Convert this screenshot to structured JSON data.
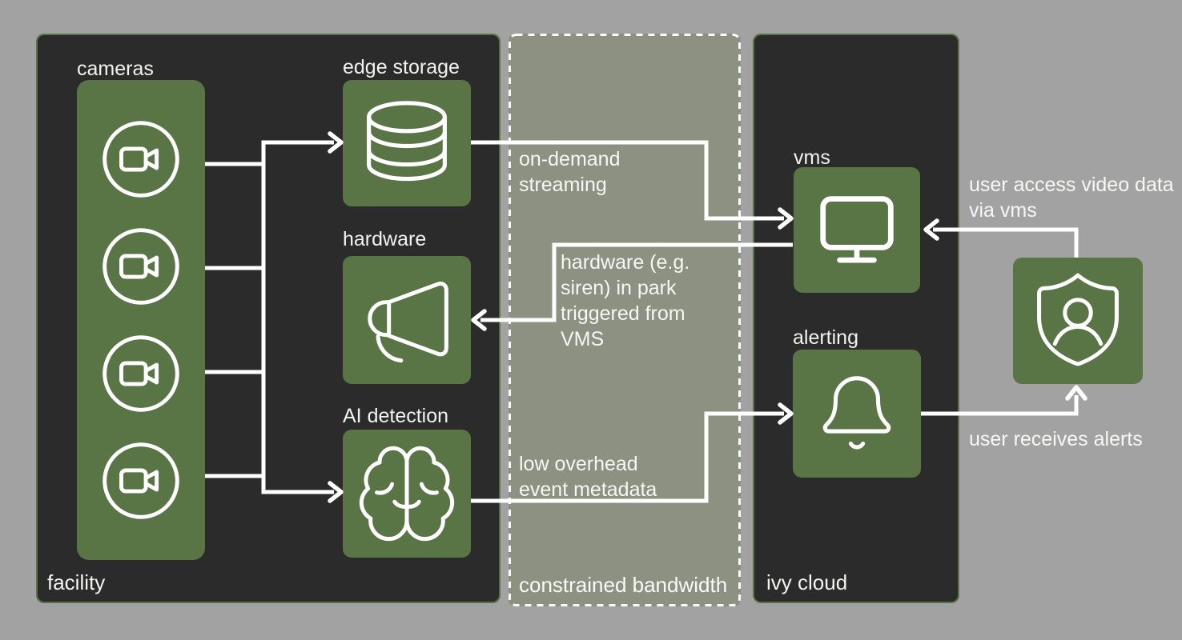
{
  "regions": {
    "facility": {
      "label": "facility"
    },
    "bandwidth": {
      "label": "constrained bandwidth"
    },
    "cloud": {
      "label": "ivy cloud"
    }
  },
  "nodes": {
    "cameras": {
      "label": "cameras",
      "icon": "video-camera-icon",
      "count": 4
    },
    "edge_storage": {
      "label": "edge storage",
      "icon": "database-icon"
    },
    "hardware": {
      "label": "hardware",
      "icon": "megaphone-icon"
    },
    "ai_detection": {
      "label": "AI detection",
      "icon": "brain-icon"
    },
    "vms": {
      "label": "vms",
      "icon": "monitor-icon"
    },
    "alerting": {
      "label": "alerting",
      "icon": "bell-icon"
    },
    "user": {
      "icon": "shield-user-icon"
    }
  },
  "connections": {
    "on_demand": {
      "label": "on-demand\nstreaming",
      "from": "edge storage",
      "to": "vms"
    },
    "hardware_trigger": {
      "label": "hardware (e.g.\nsiren) in park\ntriggered from\nVMS",
      "from": "vms",
      "to": "hardware"
    },
    "low_overhead": {
      "label": "low overhead\nevent metadata",
      "from": "AI detection",
      "to": "alerting"
    },
    "user_access": {
      "label": "user access video data\nvia vms",
      "from": "user",
      "to": "vms"
    },
    "user_alerts": {
      "label": "user receives alerts",
      "from": "alerting",
      "to": "user"
    },
    "cameras_to_edge_storage": {
      "label": "",
      "from": "cameras",
      "to": "edge storage"
    },
    "cameras_to_ai_detection": {
      "label": "",
      "from": "cameras",
      "to": "AI detection"
    }
  },
  "colors": {
    "background": "#a2a2a2",
    "panel_dark": "#2b2b2b",
    "panel_border_green": "#587347",
    "node_green": "#597445",
    "bandwidth_fill": "#8c9182",
    "line_white": "#ffffff",
    "text_light": "#f4f4f2"
  }
}
